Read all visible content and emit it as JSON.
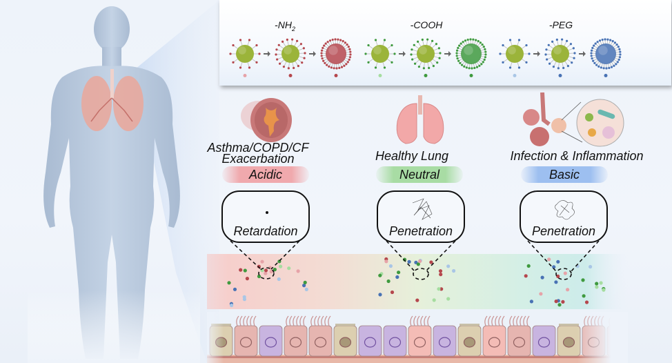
{
  "figure": {
    "subject": "Human body with highlighted lungs",
    "surface_modifications": {
      "groups": [
        {
          "label_main": "-NH",
          "label_sub": "2",
          "color": "#b5474d",
          "light_color": "#e6a3a8",
          "stages": [
            "sparse",
            "medium",
            "dense"
          ]
        },
        {
          "label_main": "-COOH",
          "label_sub": "",
          "color": "#3f9a3f",
          "light_color": "#a6dda0",
          "stages": [
            "sparse",
            "medium",
            "dense"
          ]
        },
        {
          "label_main": "-PEG",
          "label_sub": "",
          "color": "#4872b4",
          "light_color": "#a9c6e6",
          "stages": [
            "sparse",
            "medium",
            "dense"
          ]
        }
      ],
      "core_color": "#9bb43a"
    },
    "conditions": [
      {
        "id": "acidic",
        "title_lines": [
          "Asthma/COPD/CF",
          "Exacerbation"
        ],
        "ph_label": "Acidic",
        "pill_color": "#f0a9ad",
        "band_color": "#f6c9c6",
        "outcome": "Retardation",
        "organ": "airway-cross-section"
      },
      {
        "id": "neutral",
        "title_lines": [
          "Healthy Lung"
        ],
        "ph_label": "Neutral",
        "pill_color": "#a8dca4",
        "band_color": "#e3efd8",
        "outcome": "Penetration",
        "organ": "healthy-lungs"
      },
      {
        "id": "basic",
        "title_lines": [
          "Infection & Inflammation"
        ],
        "ph_label": "Basic",
        "pill_color": "#9dbff0",
        "band_color": "#cfeceb",
        "outcome": "Penetration",
        "organ": "inflamed-alveoli"
      }
    ],
    "epithelium": {
      "cell_types": [
        "ciliated",
        "goblet",
        "basal",
        "club"
      ],
      "cell_colors": {
        "ciliated": "#e6b5b0",
        "goblet": "#dccfb0",
        "basal": "#c8b4e0",
        "club": "#f4bcb6"
      }
    }
  }
}
